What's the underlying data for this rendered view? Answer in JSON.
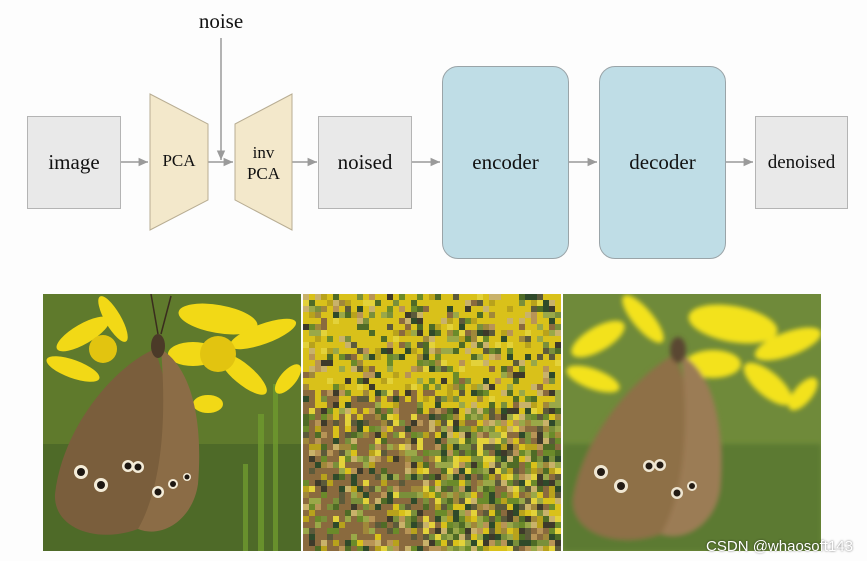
{
  "diagram": {
    "noise_label": "noise",
    "image_label": "image",
    "pca_label": "PCA",
    "inv_pca_line1": "inv",
    "inv_pca_line2": "PCA",
    "noised_label": "noised",
    "encoder_label": "encoder",
    "decoder_label": "decoder",
    "denoised_label": "denoised"
  },
  "photos": [
    {
      "name": "original-butterfly-photo"
    },
    {
      "name": "noised-butterfly-photo"
    },
    {
      "name": "denoised-butterfly-photo"
    }
  ],
  "watermark": "CSDN @whaosoft143",
  "colors": {
    "box_gray": "#e9e9e9",
    "trapezoid": "#f3e8cb",
    "autoencoder_blue": "#bfdde6",
    "arrow": "#9a9a9a"
  }
}
